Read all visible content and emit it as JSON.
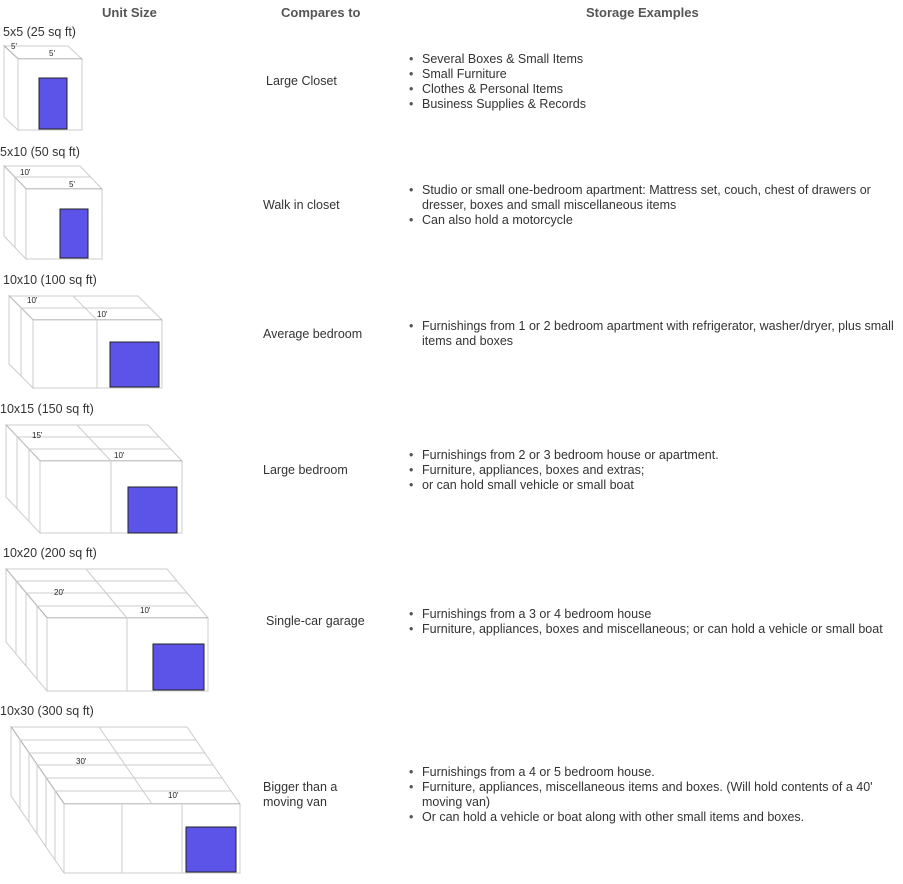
{
  "headers": {
    "unit_size": "Unit Size",
    "compares_to": "Compares to",
    "storage_examples": "Storage Examples"
  },
  "units": [
    {
      "label": "5x5 (25 sq ft)",
      "depth_label": "5'",
      "width_label": "5'",
      "compares": "Large Closet",
      "examples": [
        "Several Boxes & Small Items",
        "Small Furniture",
        "Clothes & Personal Items",
        "Business Supplies & Records"
      ]
    },
    {
      "label": "5x10 (50 sq ft)",
      "depth_label": "10'",
      "width_label": "5'",
      "compares": "Walk in closet",
      "examples": [
        "Studio or small one-bedroom apartment: Mattress set, couch, chest of drawers or dresser, boxes and small miscellaneous items",
        "Can also hold a motorcycle"
      ]
    },
    {
      "label": "10x10 (100 sq ft)",
      "depth_label": "10'",
      "width_label": "10'",
      "compares": "Average bedroom",
      "examples": [
        "Furnishings from 1 or 2 bedroom apartment with refrigerator, washer/dryer, plus small items and boxes"
      ]
    },
    {
      "label": "10x15 (150 sq ft)",
      "depth_label": "15'",
      "width_label": "10'",
      "compares": "Large bedroom",
      "examples": [
        "Furnishings from 2 or 3 bedroom house or apartment.",
        "Furniture, appliances, boxes and extras;",
        "or can hold small vehicle or small boat"
      ]
    },
    {
      "label": "10x20 (200 sq ft)",
      "depth_label": "20'",
      "width_label": "10'",
      "compares": "Single-car garage",
      "examples": [
        "Furnishings from a 3 or 4 bedroom house",
        "Furniture, appliances, boxes and miscellaneous; or can hold a vehicle or small boat"
      ]
    },
    {
      "label": "10x30 (300 sq ft)",
      "depth_label": "30'",
      "width_label": "10'",
      "compares": "Bigger than a moving van",
      "examples": [
        "Furnishings from a 4 or 5 bedroom house.",
        "Furniture, appliances, miscellaneous items and boxes. (Will hold contents of a 40' moving van)",
        "Or can hold a vehicle or boat along with other small items and boxes."
      ]
    }
  ],
  "colors": {
    "door": "#5c54e8",
    "wall": "#ffffff",
    "edge": "#cccccc"
  }
}
